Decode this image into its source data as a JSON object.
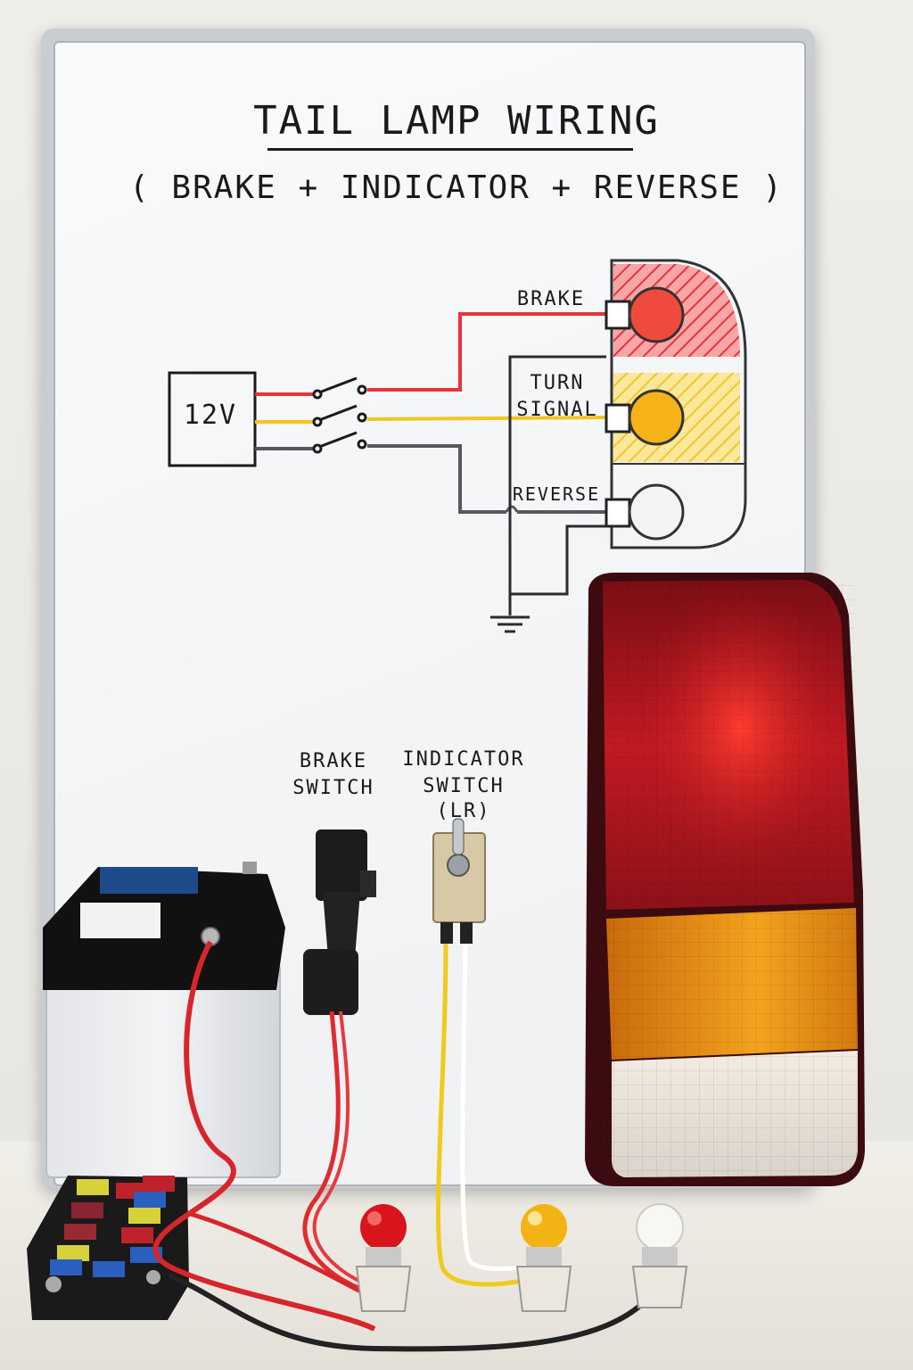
{
  "whiteboard": {
    "title": "TAIL LAMP WIRING",
    "subtitle": "( BRAKE + INDICATOR + REVERSE )",
    "supply_label": "12V",
    "brake_label": "BRAKE",
    "turn_label_1": "TURN",
    "turn_label_2": "SIGNAL",
    "reverse_label": "REVERSE",
    "brake_switch_1": "BRAKE",
    "brake_switch_2": "SWITCH",
    "indicator_switch_1": "INDICATOR",
    "indicator_switch_2": "SWITCH",
    "indicator_switch_3": "(LR)"
  },
  "colors": {
    "brake": "#e8333a",
    "turn": "#f2c61f",
    "reverse": "#55585c",
    "lamp_red": "#a5121b",
    "lamp_amber": "#e08a12"
  },
  "objects": [
    "battery-icon",
    "fuse-box-icon",
    "brake-pedal-switch-icon",
    "toggle-switch-icon",
    "red-bulb-icon",
    "amber-bulb-icon",
    "clear-bulb-icon",
    "tail-lamp-icon",
    "ground-symbol-icon"
  ]
}
